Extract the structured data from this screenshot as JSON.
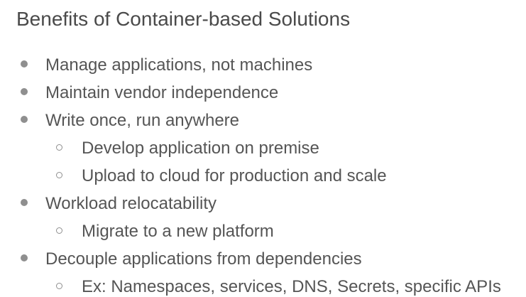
{
  "slide": {
    "title": "Benefits of Container-based Solutions",
    "bullets": [
      {
        "level": 1,
        "marker": "filled-dot-bullet-icon",
        "text": "Manage applications, not machines"
      },
      {
        "level": 1,
        "marker": "filled-dot-bullet-icon",
        "text": "Maintain vendor independence"
      },
      {
        "level": 1,
        "marker": "filled-dot-bullet-icon",
        "text": "Write once, run anywhere"
      },
      {
        "level": 2,
        "marker": "hollow-circle-bullet-icon",
        "text": "Develop application on premise"
      },
      {
        "level": 2,
        "marker": "hollow-circle-bullet-icon",
        "text": "Upload to cloud for production and scale"
      },
      {
        "level": 1,
        "marker": "filled-dot-bullet-icon",
        "text": "Workload relocatability"
      },
      {
        "level": 2,
        "marker": "hollow-circle-bullet-icon",
        "text": "Migrate to a new platform"
      },
      {
        "level": 1,
        "marker": "filled-dot-bullet-icon",
        "text": "Decouple applications from dependencies"
      },
      {
        "level": 2,
        "marker": "hollow-circle-bullet-icon",
        "text": "Ex: Namespaces, services, DNS, Secrets, specific APIs"
      }
    ]
  },
  "colors": {
    "background": "#ffffff",
    "title_text": "#4a4a4a",
    "body_text": "#555555",
    "bullet": "#8f8f8f"
  }
}
